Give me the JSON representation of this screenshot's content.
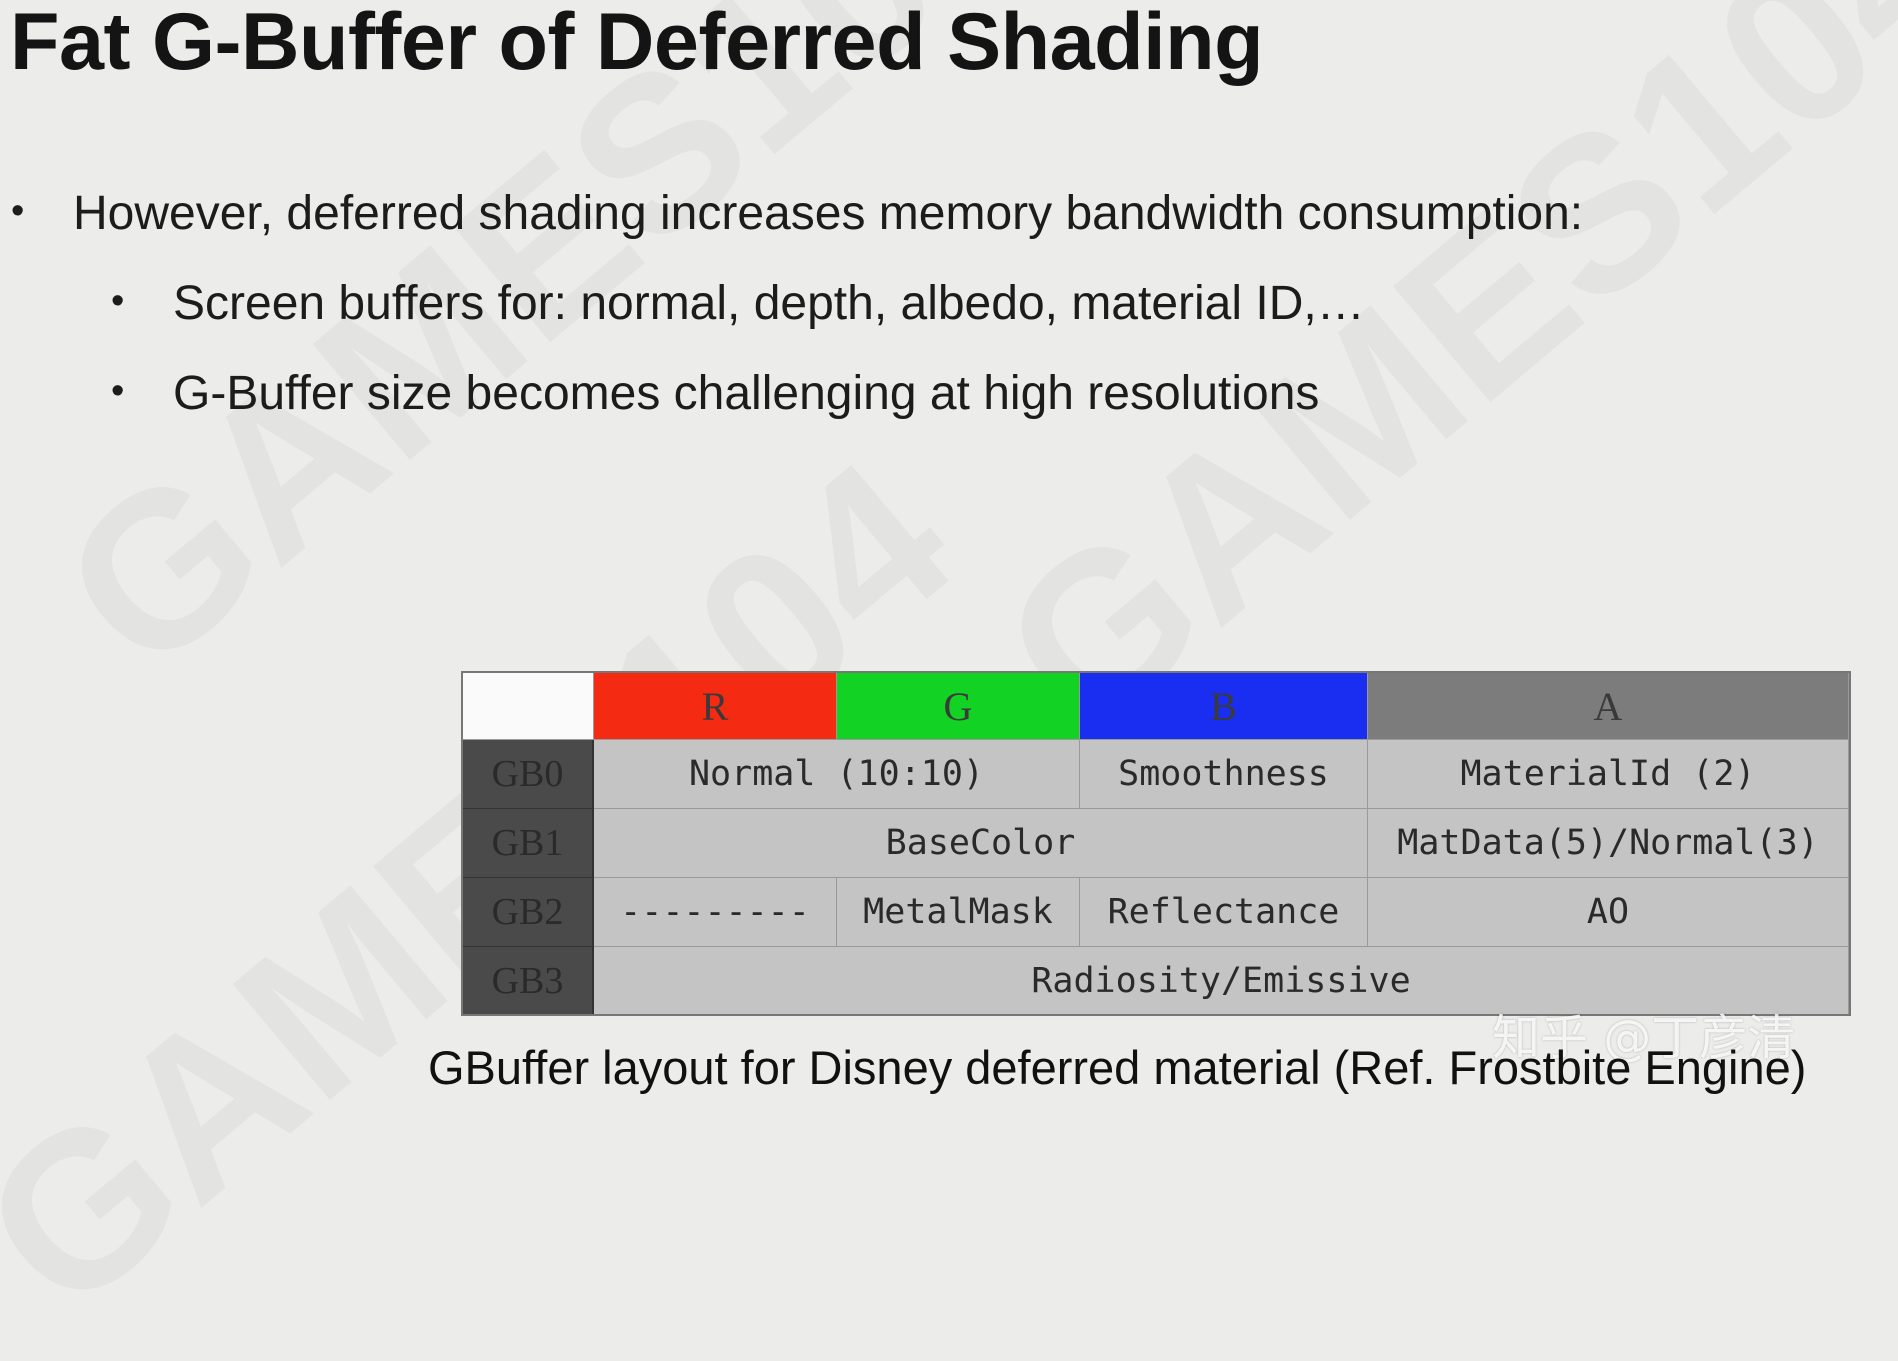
{
  "slide": {
    "title": "Fat G-Buffer of Deferred Shading",
    "bullets": [
      "However, deferred shading increases memory bandwidth consumption:",
      "Screen buffers for: normal, depth, albedo, material ID,…",
      "G-Buffer size becomes challenging at high resolutions"
    ],
    "caption": "GBuffer layout for Disney deferred material (Ref. Frostbite Engine)",
    "watermark_overlay": "知乎 @丁彦清"
  },
  "gbuffer_table": {
    "header": {
      "r": "R",
      "g": "G",
      "b": "B",
      "a": "A"
    },
    "header_colors": {
      "r": "#f52a12",
      "g": "#12d224",
      "b": "#1a2ef2",
      "a": "#7c7c7c"
    },
    "rows": [
      {
        "label": "GB0",
        "rg": "Normal (10:10)",
        "b": "Smoothness",
        "a": "MaterialId (2)"
      },
      {
        "label": "GB1",
        "rgb": "BaseColor",
        "a": "MatData(5)/Normal(3)"
      },
      {
        "label": "GB2",
        "r": "---------",
        "g": "MetalMask",
        "b": "Reflectance",
        "a": "AO"
      },
      {
        "label": "GB3",
        "rgba": "Radiosity/Emissive"
      }
    ]
  }
}
